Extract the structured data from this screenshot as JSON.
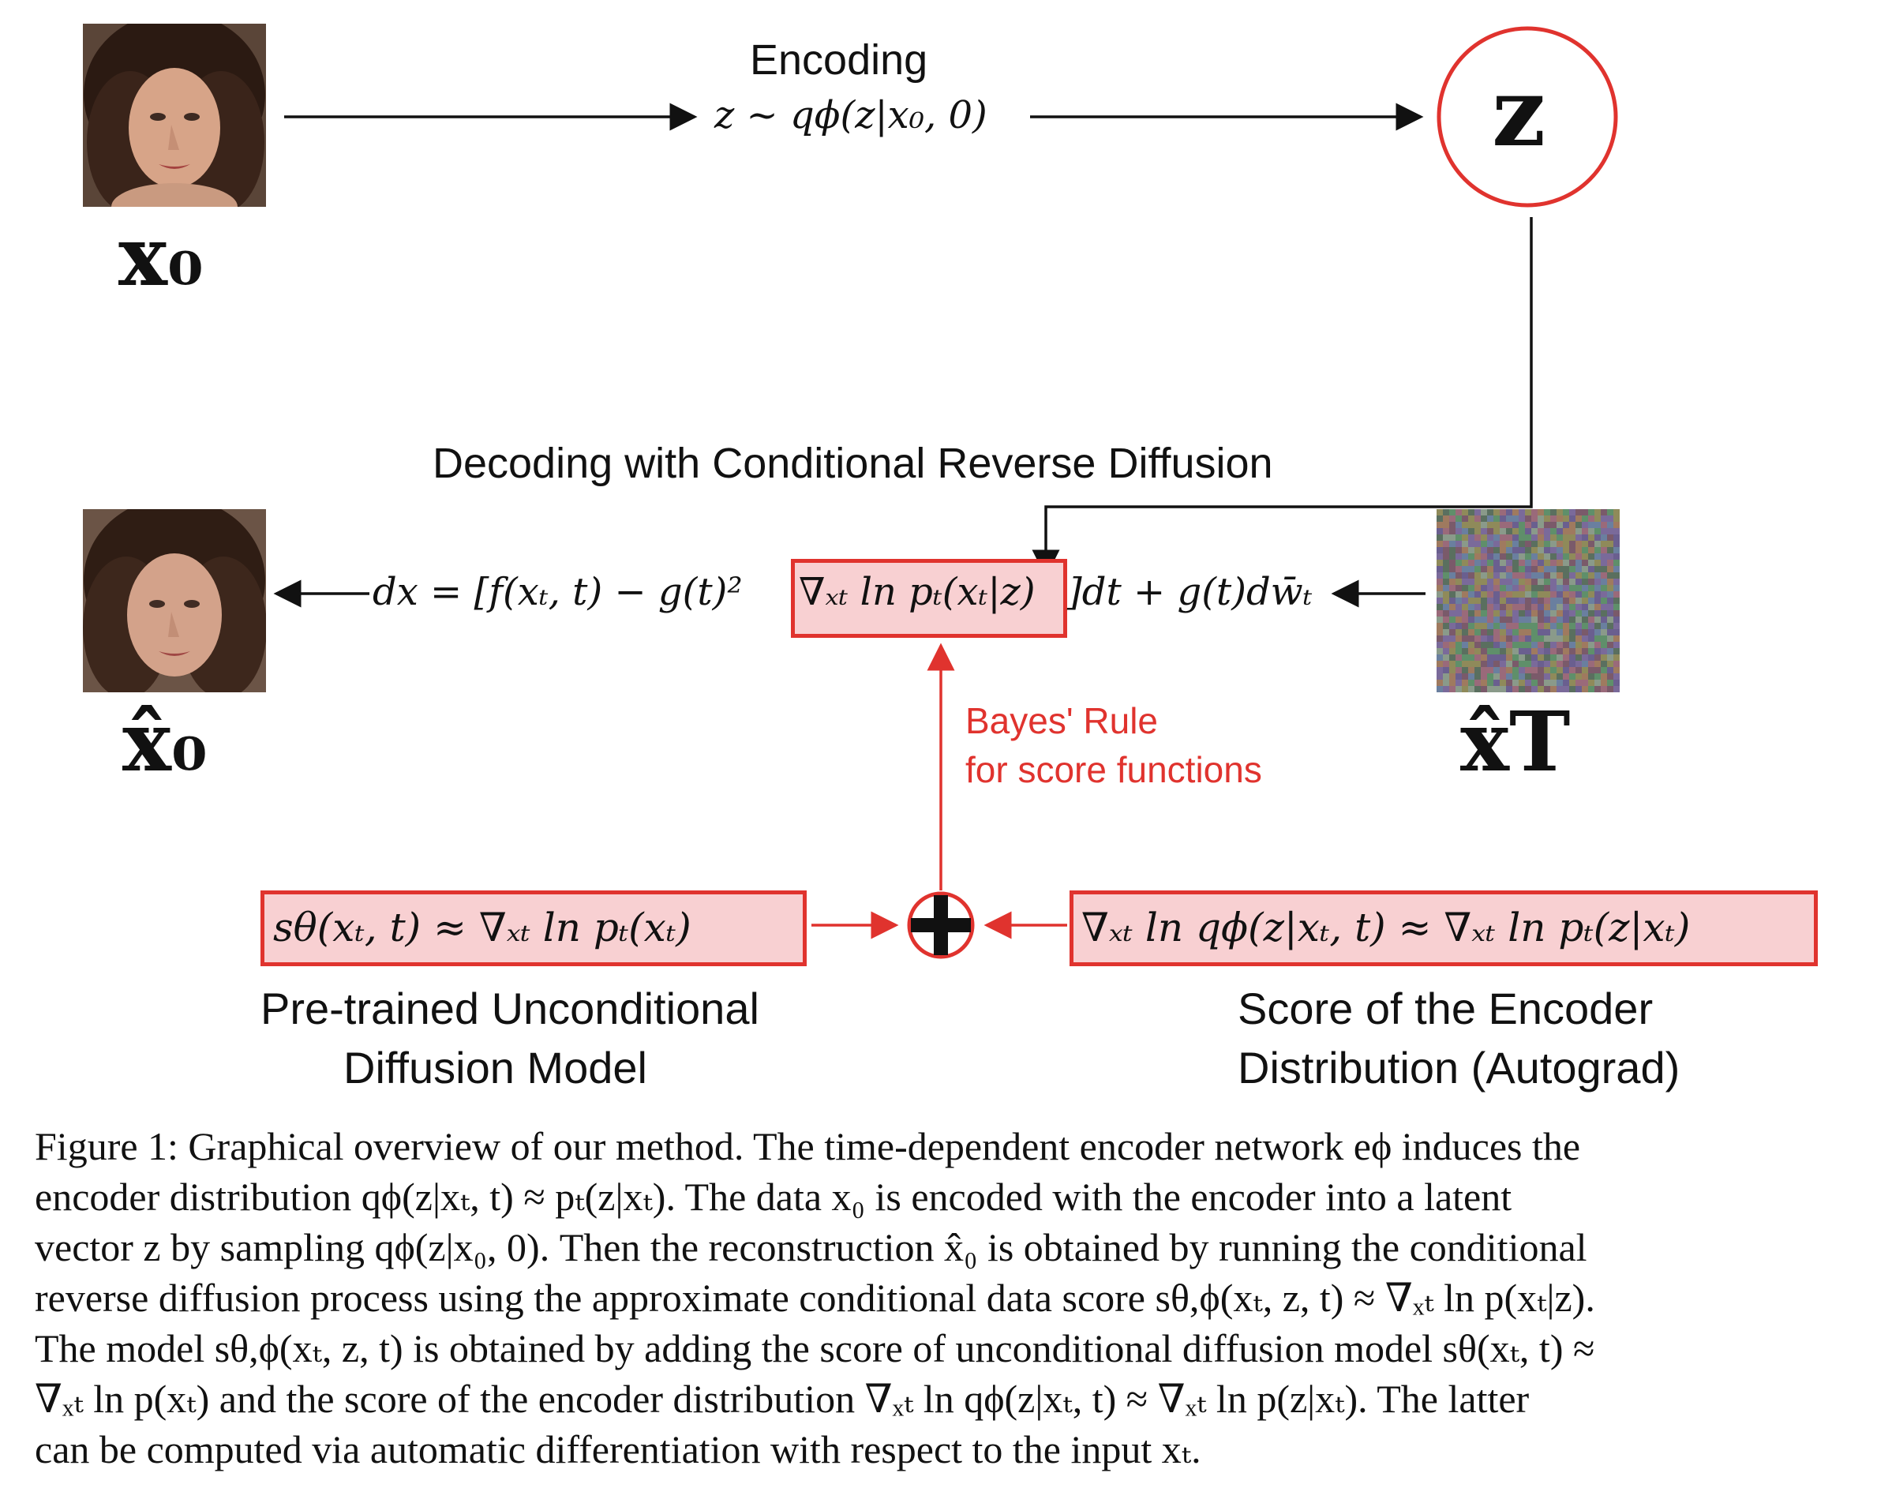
{
  "diagram": {
    "encoding_label": "Encoding",
    "encoding_formula": "z ~ qϕ(z|x₀, 0)",
    "latent_node": "z",
    "input_label": "x₀",
    "decoding_label": "Decoding with Conditional Reverse Diffusion",
    "sde_prefix": "dx = [f(xₜ, t) − g(t)²",
    "sde_boxed": "∇ₓₜ ln pₜ(xₜ|z)",
    "sde_suffix": "]dt + g(t)dw̄ₜ",
    "reconstruction_label": "x̂₀",
    "noise_label": "x̂T",
    "bayes_line1": "Bayes' Rule",
    "bayes_line2": "for score functions",
    "plus_symbol": "+",
    "left_formula": "sθ(xₜ, t) ≈ ∇ₓₜ ln pₜ(xₜ)",
    "left_caption_line1": "Pre-trained Unconditional",
    "left_caption_line2": "Diffusion Model",
    "right_formula": "∇ₓₜ ln qϕ(z|xₜ, t) ≈ ∇ₓₜ ln pₜ(z|xₜ)",
    "right_caption_line1": "Score of the Encoder",
    "right_caption_line2": "Distribution (Autograd)",
    "colors": {
      "accent_red": "#e0332e",
      "box_fill": "#f8d0d2"
    }
  },
  "caption": {
    "line1": "Figure 1: Graphical overview of our method. The time-dependent encoder network eϕ induces the",
    "line2": "encoder distribution qϕ(z|xₜ, t) ≈ pₜ(z|xₜ). The data x₀ is encoded with the encoder into a latent",
    "line3": "vector z by sampling qϕ(z|x₀, 0). Then the reconstruction x̂₀ is obtained by running the conditional",
    "line4": "reverse diffusion process using the approximate conditional data score sθ,ϕ(xₜ, z, t) ≈ ∇ₓₜ ln p(xₜ|z).",
    "line5": "The model sθ,ϕ(xₜ, z, t) is obtained by adding the score of unconditional diffusion model sθ(xₜ, t) ≈",
    "line6": "∇ₓₜ ln p(xₜ) and the score of the encoder distribution ∇ₓₜ ln qϕ(z|xₜ, t) ≈ ∇ₓₜ ln p(z|xₜ). The latter",
    "line7": "can be computed via automatic differentiation with respect to the input xₜ."
  }
}
